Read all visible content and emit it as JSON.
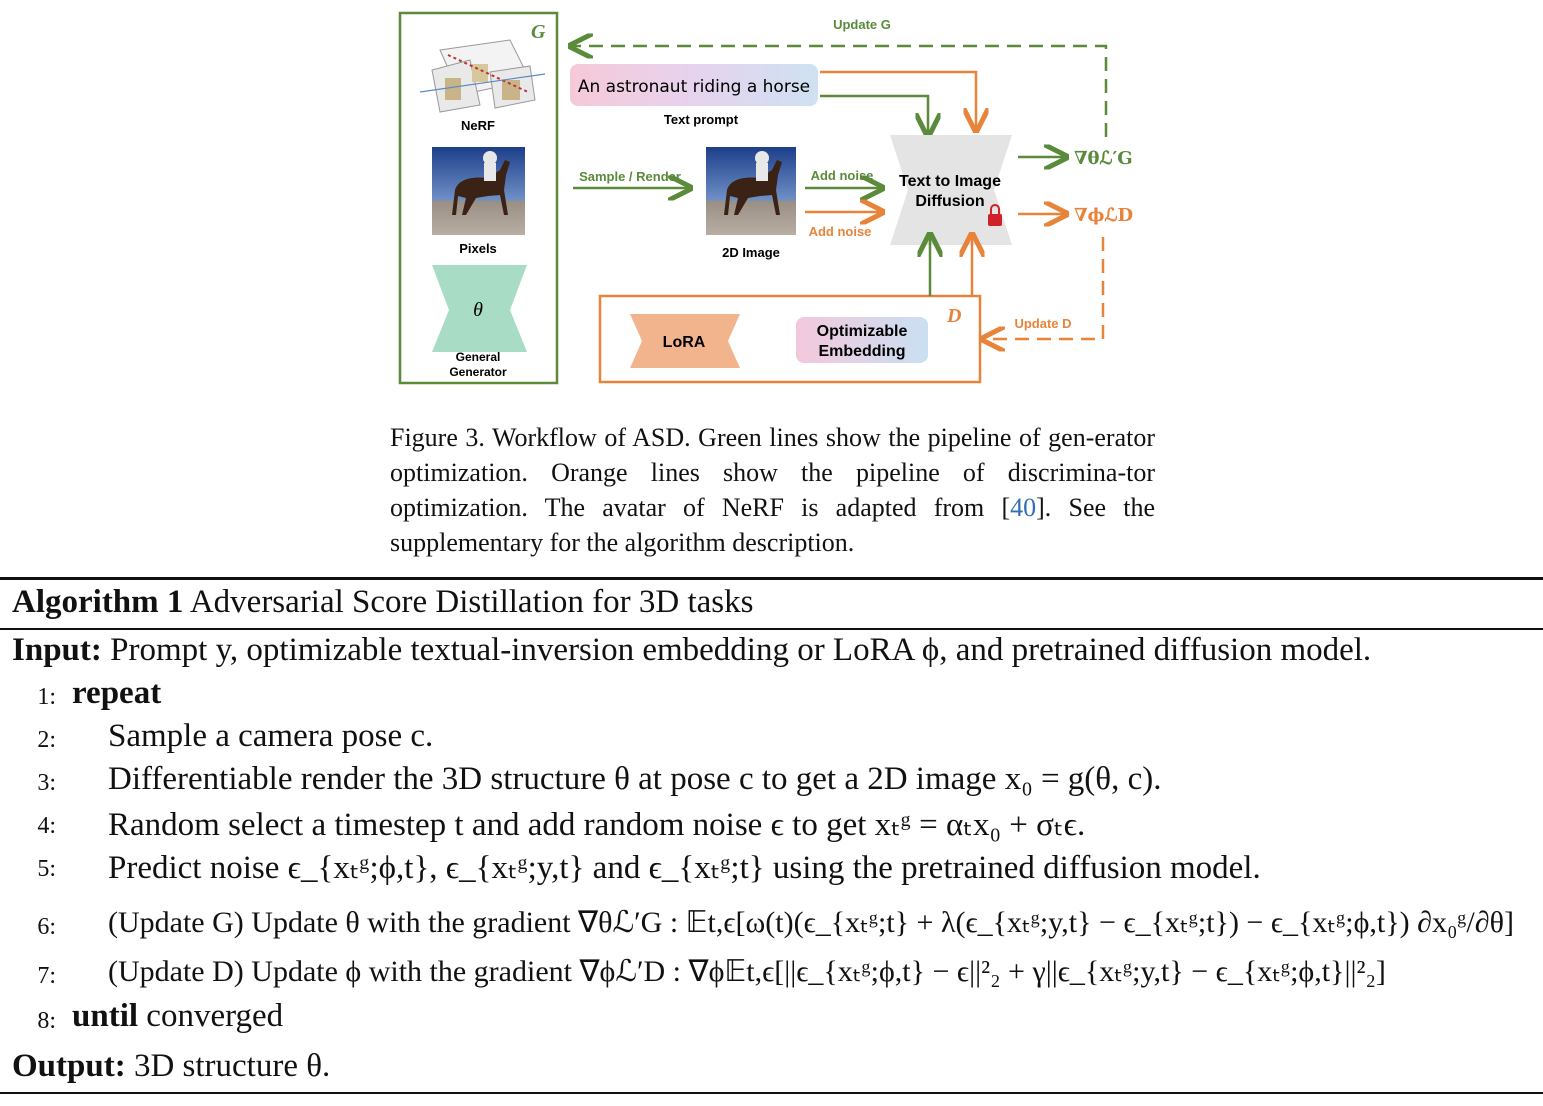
{
  "figure": {
    "g_label": "G",
    "d_label": "D",
    "update_g": "Update G",
    "update_d": "Update D",
    "prompt_text": "An astronaut riding a horse",
    "prompt_caption": "Text prompt",
    "nerf_label": "NeRF",
    "pixels_label": "Pixels",
    "theta_symbol": "θ",
    "generator_label_1": "General",
    "generator_label_2": "Generator",
    "sample_render": "Sample / Render",
    "image_label": "2D Image",
    "add_noise_green": "Add noise",
    "add_noise_orange": "Add noise",
    "diffusion_label_1": "Text to Image",
    "diffusion_label_2": "Diffusion",
    "grad_g": "∇θℒ′G",
    "grad_d": "∇ϕℒD",
    "lora_label": "LoRA",
    "embedding_label_1": "Optimizable",
    "embedding_label_2": "Embedding",
    "colors": {
      "green": "#5a8a3a",
      "orange": "#e8833a",
      "lora": "#f2b48d",
      "generator": "#a8dcc4"
    }
  },
  "caption": {
    "prefix": "Figure 3. Workflow of ASD. Green lines show the pipeline of gen-erator optimization. Orange lines show the pipeline of discrimina-tor optimization. The avatar of NeRF is adapted from [",
    "ref": "40",
    "suffix": "]. See the supplementary for the algorithm description."
  },
  "algorithm": {
    "title_bold": "Algorithm 1",
    "title_rest": "Adversarial Score Distillation for 3D tasks",
    "input_label": "Input:",
    "input_text": "Prompt y, optimizable textual-inversion embedding or LoRA ϕ, and pretrained diffusion model.",
    "steps": [
      {
        "num": "1:",
        "text": "repeat"
      },
      {
        "num": "2:",
        "text": "Sample a camera pose c."
      },
      {
        "num": "3:",
        "text": "Differentiable render the 3D structure θ at pose c to get a 2D image x₀ = g(θ, c)."
      },
      {
        "num": "4:",
        "text": "Random select a timestep t and add random noise ϵ to get xₜᵍ = αₜx₀ + σₜϵ."
      },
      {
        "num": "5:",
        "text": "Predict noise ϵ_{xₜᵍ;ϕ,t}, ϵ_{xₜᵍ;y,t} and ϵ_{xₜᵍ;t} using the pretrained diffusion model."
      },
      {
        "num": "6:",
        "text": "(Update G) Update θ with the gradient ∇θℒ′G : 𝔼t,ϵ[ω(t)(ϵ_{xₜᵍ;t} + λ(ϵ_{xₜᵍ;y,t} − ϵ_{xₜᵍ;t}) − ϵ_{xₜᵍ;ϕ,t}) ∂x₀ᵍ/∂θ]"
      },
      {
        "num": "7:",
        "text": "(Update D) Update ϕ with the gradient ∇ϕℒ′D : ∇ϕ𝔼t,ϵ[||ϵ_{xₜᵍ;ϕ,t} − ϵ||²₂ + γ||ϵ_{xₜᵍ;y,t} − ϵ_{xₜᵍ;ϕ,t}||²₂]"
      },
      {
        "num": "8:",
        "text": "until converged"
      }
    ],
    "output_label": "Output:",
    "output_text": "3D structure θ."
  }
}
